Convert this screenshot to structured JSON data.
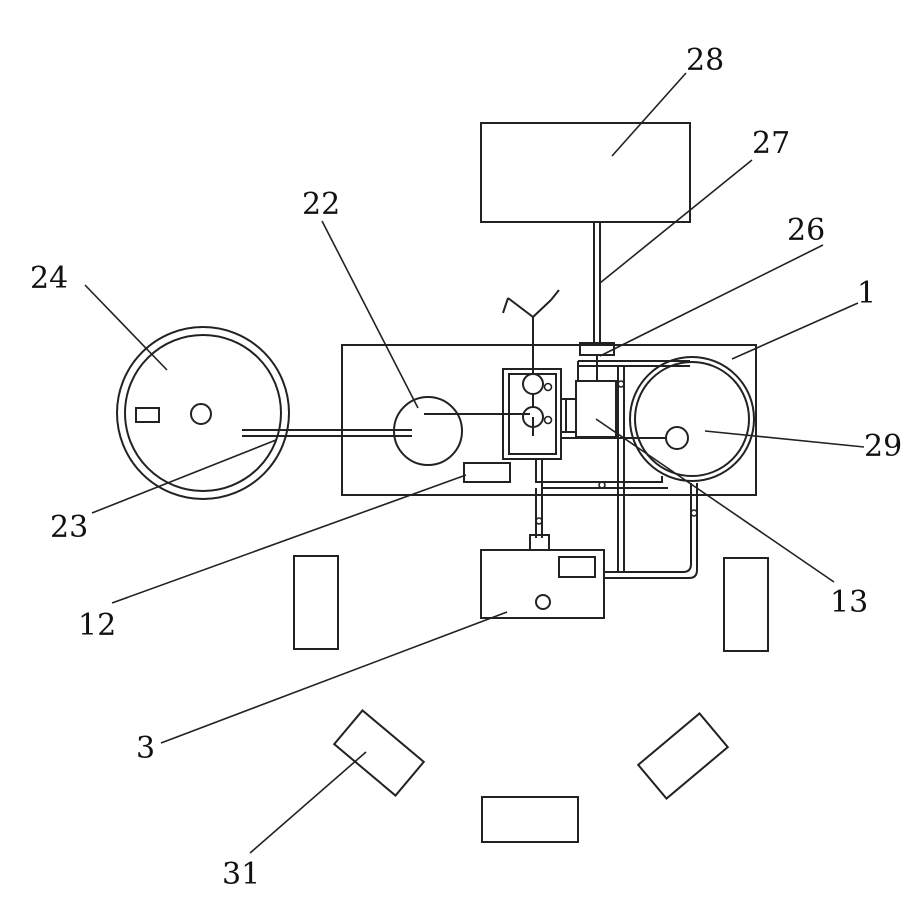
{
  "labels": {
    "l28": "28",
    "l27": "27",
    "l26": "26",
    "l22": "22",
    "l24": "24",
    "l1": "1",
    "l29": "29",
    "l23": "23",
    "l12": "12",
    "l13": "13",
    "l3": "3",
    "l31": "31"
  }
}
